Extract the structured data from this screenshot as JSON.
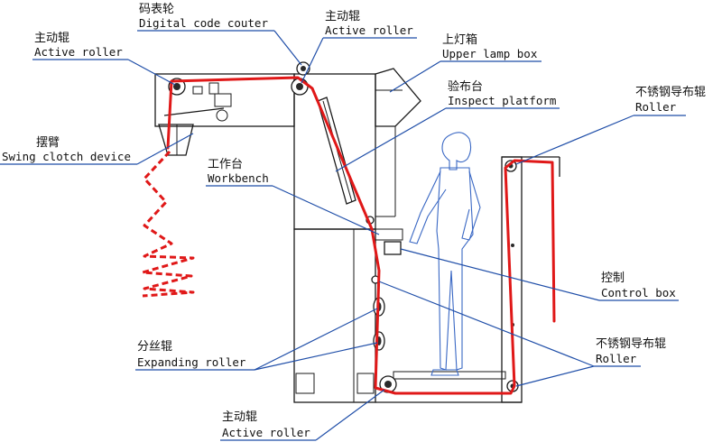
{
  "labels": {
    "digital_code_counter": {
      "cn": "码表轮",
      "en": "Digital code couter"
    },
    "active_roller_top": {
      "cn": "主动辊",
      "en": "Active roller"
    },
    "active_roller_left": {
      "cn": "主动辊",
      "en": "Active roller"
    },
    "upper_lamp_box": {
      "cn": "上灯箱",
      "en": "Upper lamp box"
    },
    "inspect_platform": {
      "cn": "验布台",
      "en": "Inspect platform"
    },
    "stainless_roller_top": {
      "cn": "不锈钢导布辊",
      "en": "Roller"
    },
    "swing_cloth_device": {
      "cn": "摆臂",
      "en": "Swing clotch device"
    },
    "workbench": {
      "cn": "工作台",
      "en": "Workbench"
    },
    "control_box": {
      "cn": "控制",
      "en": "Control box"
    },
    "stainless_roller_bottom": {
      "cn": "不锈钢导布辊",
      "en": "Roller"
    },
    "expanding_roller": {
      "cn": "分丝辊",
      "en": "Expanding roller"
    },
    "active_roller_bottom": {
      "cn": "主动辊",
      "en": "Active roller"
    }
  },
  "colors": {
    "fabric_path": "#e01818",
    "leader_lines": "#1f4ea8",
    "operator_figure": "#3a68c4",
    "machine_outline": "#1a1a1a"
  }
}
